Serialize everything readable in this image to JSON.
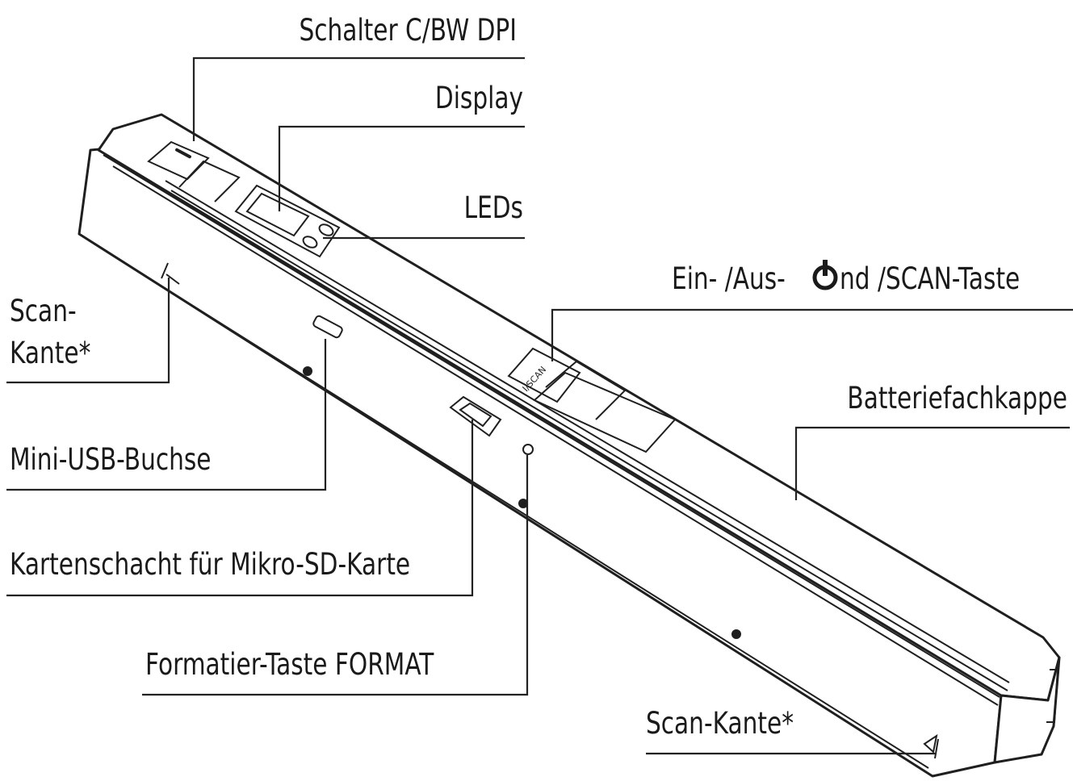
{
  "labels": {
    "switch_cbw_dpi": "Schalter C/BW DPI",
    "display": "Display",
    "leds": "LEDs",
    "power_scan_prefix": "Ein- /Aus- ",
    "power_scan_suffix": "nd /SCAN-Taste",
    "scan_edge_top_1": "Scan-",
    "scan_edge_top_2": "Kante*",
    "battery_cap": "Batteriefachkappe",
    "mini_usb": "Mini-USB-Buchse",
    "card_slot": "Kartenschacht für Mikro-SD-Karte",
    "format_button": "Formatier-Taste FORMAT",
    "scan_edge_bottom": "Scan-Kante*"
  },
  "device": {
    "button_text": "I/SCAN"
  },
  "icons": {
    "power": "power-icon"
  },
  "colors": {
    "line": "#222222",
    "text": "#1a1a1a",
    "background": "#ffffff"
  }
}
